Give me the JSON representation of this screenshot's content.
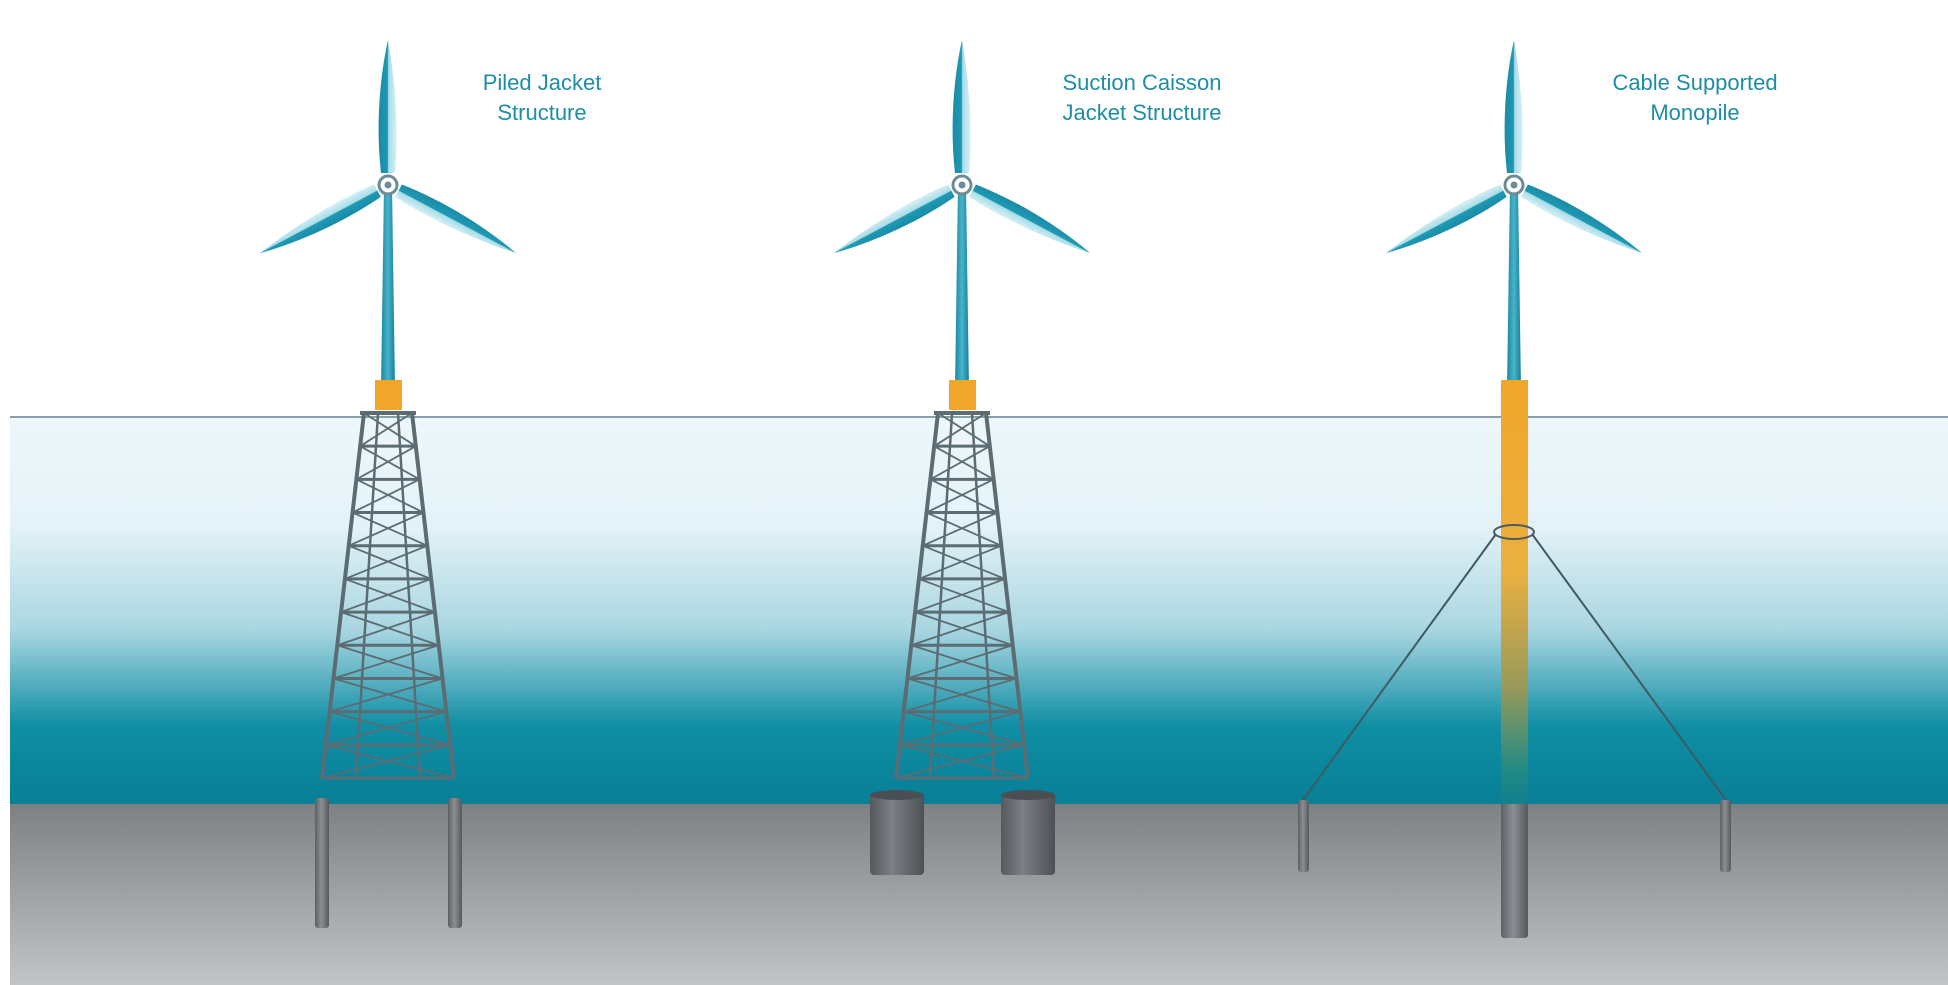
{
  "colors": {
    "sky": "#ffffff",
    "water_top": "#eef7fb",
    "water_mid": "#a9d6e1",
    "water_deep": "#0f8ea4",
    "water_bottom": "#087f96",
    "seabed_top": "#7d8184",
    "seabed_bottom": "#bfc1c3",
    "waterline": "#8aa0a8",
    "tower_teal": "#1a92ac",
    "blade_light": "#9dd9e6",
    "transition_piece": "#efa62b",
    "lattice": "#5c6c73",
    "pile": "#6f7478",
    "caption_text": "#1c8ea6"
  },
  "turbines": [
    {
      "name": "piled-jacket",
      "caption_line1": "Piled Jacket",
      "caption_line2": "Structure",
      "foundation_icon": "jacket-with-piles-icon"
    },
    {
      "name": "suction-caisson-jacket",
      "caption_line1": "Suction Caisson",
      "caption_line2": "Jacket Structure",
      "foundation_icon": "jacket-with-caissons-icon"
    },
    {
      "name": "cable-supported-monopile",
      "caption_line1": "Cable Supported",
      "caption_line2": "Monopile",
      "foundation_icon": "cable-stayed-monopile-icon"
    }
  ]
}
